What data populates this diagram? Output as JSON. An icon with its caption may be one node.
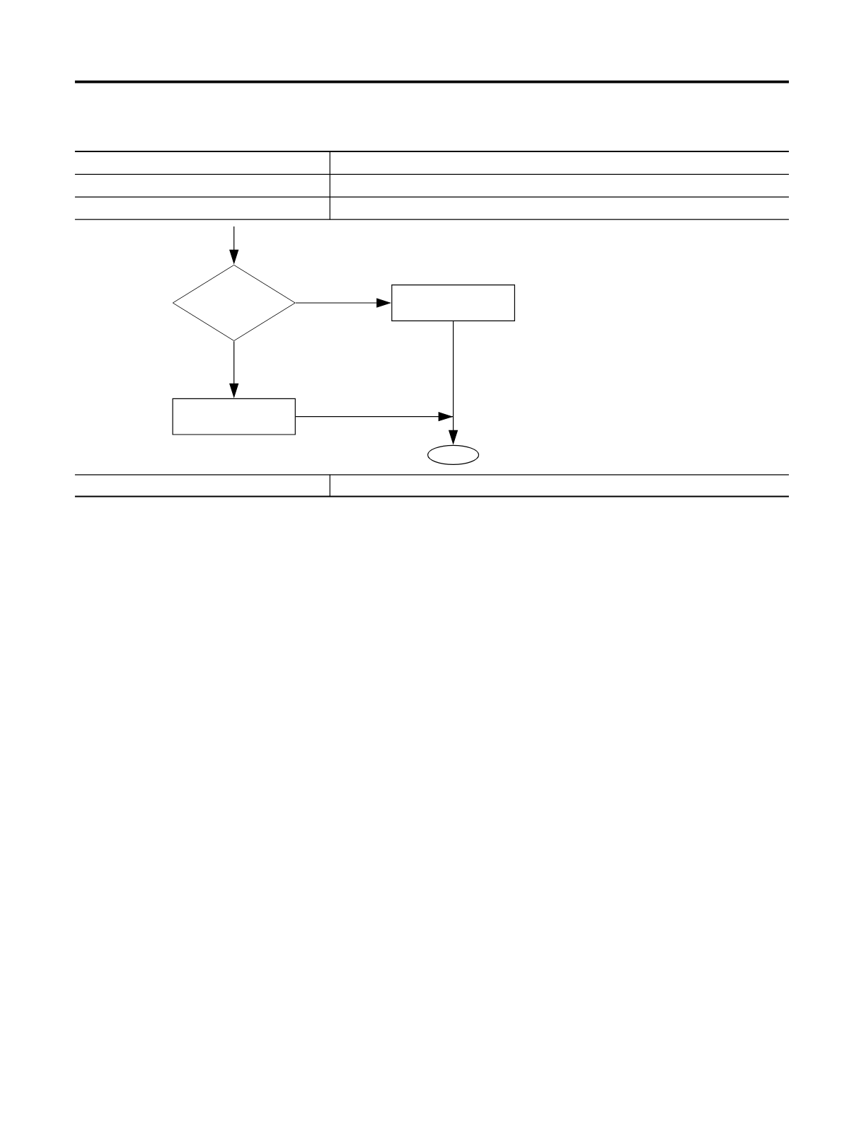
{
  "diagram": {
    "nodes": [
      {
        "text": [],
        "shape": "diamond"
      },
      {
        "text": [],
        "shape": "box"
      },
      {
        "text": [],
        "shape": "box"
      },
      {
        "text": [],
        "shape": "ellipse"
      }
    ],
    "edges": [
      {
        "from": null,
        "to": 0,
        "arrow": "to"
      },
      {
        "from": 0,
        "to": 1,
        "arrow": "to"
      },
      {
        "from": 0,
        "to": 2,
        "arrow": "to"
      },
      {
        "from": 1,
        "to": 3,
        "arrow": "to"
      },
      {
        "from": 2,
        "to": 3,
        "arrow": "to"
      }
    ]
  }
}
